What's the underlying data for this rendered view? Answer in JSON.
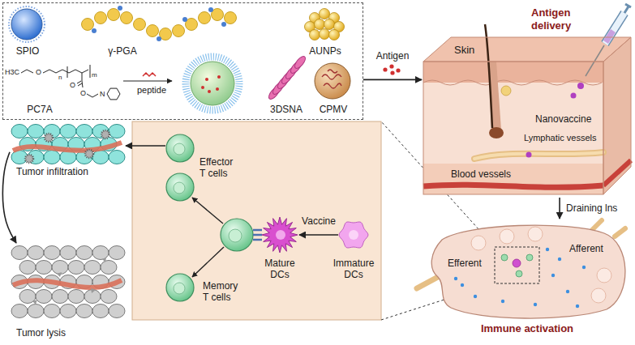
{
  "diagram": {
    "nodes": [
      {
        "text": [
          "SPIO",
          "γ-PGA",
          "AUNPs",
          "PC7A",
          "peptide",
          "3DSNA",
          "CPMV"
        ]
      },
      {
        "text": [
          "Skin",
          "Antigen delivery",
          "Nanovaccine",
          "Lymphatic vessels",
          "Blood vessels"
        ]
      },
      {
        "text": [
          "Afferent",
          "Efferent",
          "Immune activation"
        ]
      },
      {
        "text": [
          "Tumor infiltration"
        ]
      },
      {
        "text": [
          "Tumor lysis"
        ]
      },
      {
        "text": [
          "Effector T cells"
        ]
      },
      {
        "text": [
          "Memory T cells"
        ]
      },
      {
        "text": [
          "Mature DCs"
        ]
      },
      {
        "text": [
          "Immature DCs"
        ]
      }
    ],
    "edges": [
      {
        "from": 0,
        "to": 1,
        "label": "Antigen",
        "arrow": "to"
      },
      {
        "from": 1,
        "to": 2,
        "label": "Draining lns",
        "arrow": "to"
      },
      {
        "from": 8,
        "to": 7,
        "label": "Vaccine",
        "arrow": "to"
      },
      {
        "from": 5,
        "to": 3,
        "arrow": "to"
      },
      {
        "from": 3,
        "to": 4,
        "arrow": "to"
      }
    ],
    "labels": [
      "H3C",
      "O",
      "n",
      "O",
      "O",
      "N",
      "m"
    ]
  }
}
